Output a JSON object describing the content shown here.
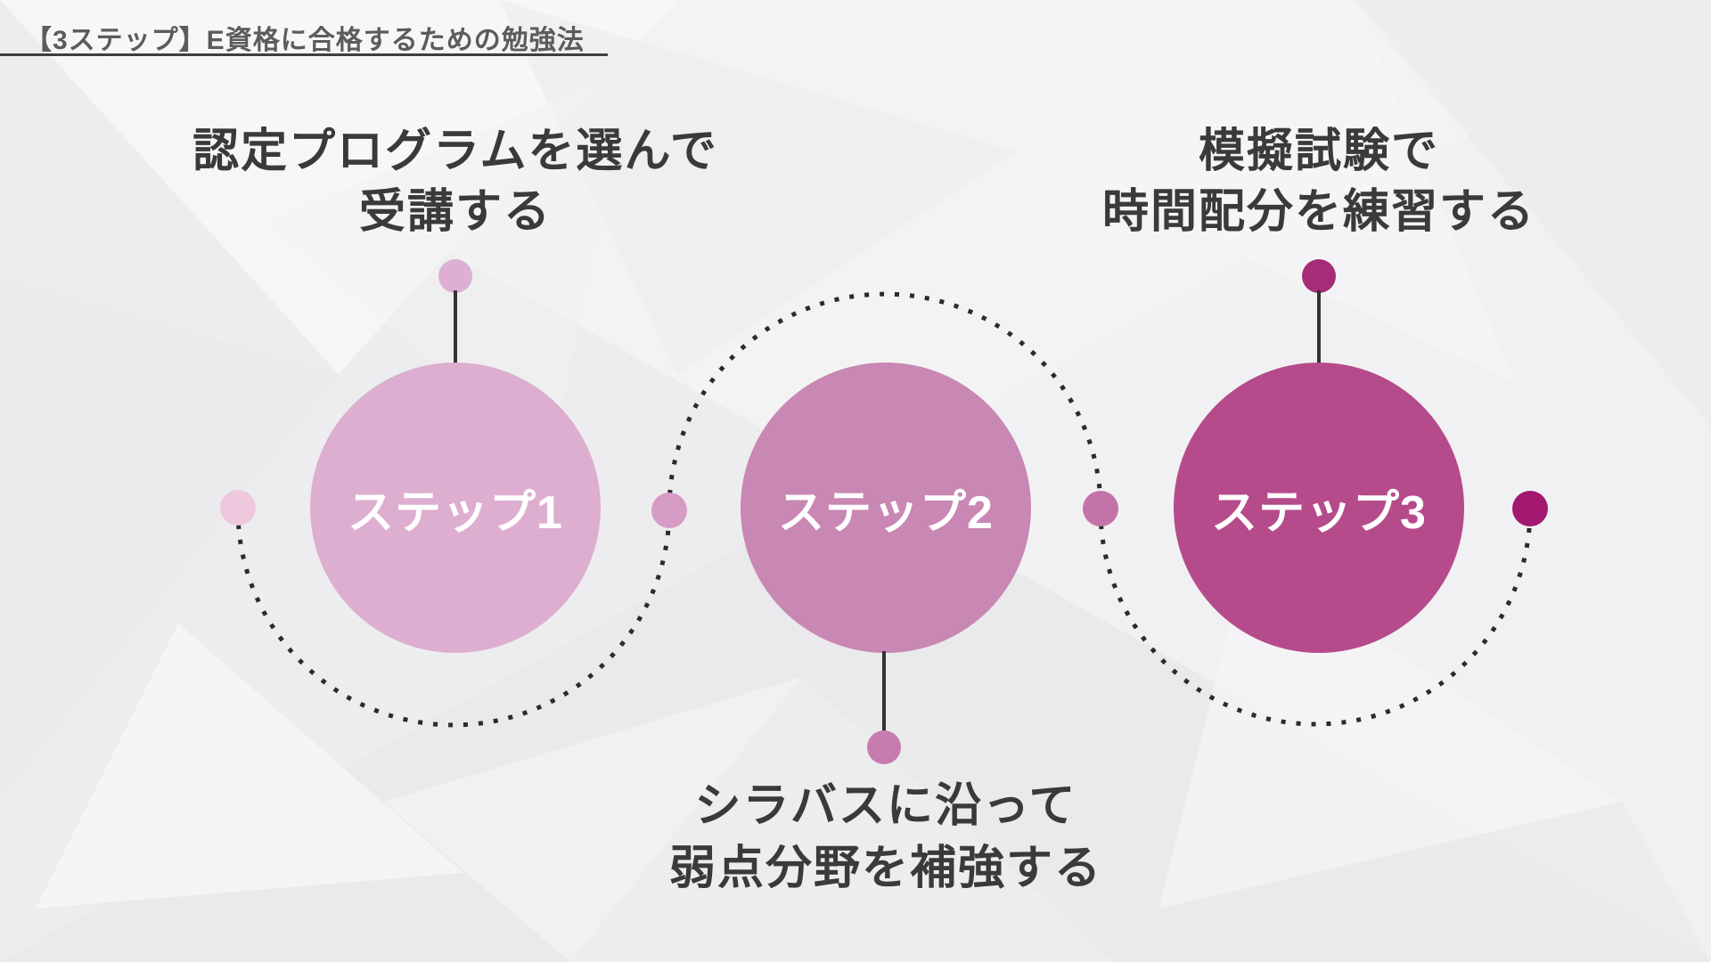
{
  "header": {
    "title": "【3ステップ】E資格に合格するための勉強法"
  },
  "steps": [
    {
      "circle_label": "ステップ1",
      "description_line1": "認定プログラムを選んで",
      "description_line2": "受講する",
      "label_position": "above",
      "circle_color": "#DDAED0",
      "pin_dot_color": "#DEAFD2"
    },
    {
      "circle_label": "ステップ2",
      "description_line1": "シラバスに沿って",
      "description_line2": "弱点分野を補強する",
      "label_position": "below",
      "circle_color": "#C987B3",
      "pin_dot_color": "#C77CAE"
    },
    {
      "circle_label": "ステップ3",
      "description_line1": "模擬試験で",
      "description_line2": "時間配分を練習する",
      "label_position": "above",
      "circle_color": "#B54B8B",
      "pin_dot_color": "#A62C77"
    }
  ],
  "path_dots": [
    {
      "name": "start-dot",
      "color": "#EEC8DD"
    },
    {
      "name": "between-step1-step2-dot",
      "color": "#D79CC5"
    },
    {
      "name": "between-step2-step3-dot",
      "color": "#C373A7"
    },
    {
      "name": "end-dot",
      "color": "#A31870"
    }
  ],
  "colors": {
    "background": "#EFEFF0",
    "title_text": "#5C5C5C",
    "title_underline": "#3E3E3E",
    "description_text": "#3A3A3A",
    "circle_text": "#FFFFFF",
    "dotted_line": "#2B2B2B",
    "pin_line": "#333333"
  }
}
